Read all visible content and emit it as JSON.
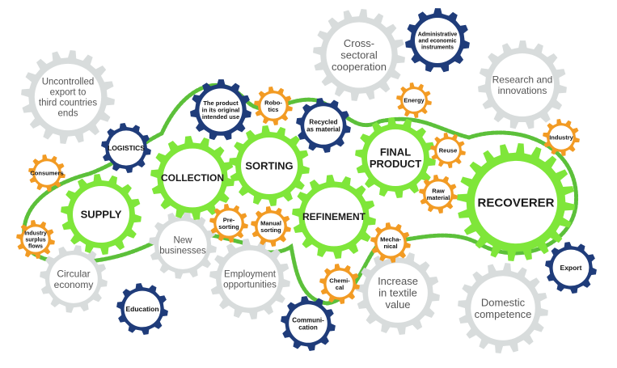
{
  "colors": {
    "green": "#7fe63a",
    "green_dark": "#4fbf1f",
    "gray": "#d8dcdc",
    "navy": "#1f3c7a",
    "orange": "#f29b24",
    "chain": "#5cc03a",
    "text": "#333333"
  },
  "gears": [
    {
      "id": "supply",
      "type": "green",
      "lines": [
        "SUPPLY"
      ]
    },
    {
      "id": "collection",
      "type": "green",
      "lines": [
        "COLLECTION"
      ]
    },
    {
      "id": "sorting",
      "type": "green",
      "lines": [
        "SORTING"
      ]
    },
    {
      "id": "refinement",
      "type": "green",
      "lines": [
        "REFINEMENT"
      ]
    },
    {
      "id": "final-product",
      "type": "green",
      "lines": [
        "FINAL",
        "PRODUCT"
      ]
    },
    {
      "id": "recoverer",
      "type": "green",
      "lines": [
        "RECOVERER"
      ]
    },
    {
      "id": "uncontrolled-export",
      "type": "gray",
      "lines": [
        "Uncontrolled",
        "export to",
        "third countries",
        "ends"
      ]
    },
    {
      "id": "cross-sectoral",
      "type": "gray",
      "lines": [
        "Cross-",
        "sectoral",
        "cooperation"
      ]
    },
    {
      "id": "research",
      "type": "gray",
      "lines": [
        "Research and",
        "innovations"
      ]
    },
    {
      "id": "circular-economy",
      "type": "gray",
      "lines": [
        "Circular",
        "economy"
      ]
    },
    {
      "id": "new-businesses",
      "type": "gray",
      "lines": [
        "New",
        "businesses"
      ]
    },
    {
      "id": "employment",
      "type": "gray",
      "lines": [
        "Employment",
        "opportunities"
      ]
    },
    {
      "id": "textile-value",
      "type": "gray",
      "lines": [
        "Increase",
        "in textile",
        "value"
      ]
    },
    {
      "id": "domestic-competence",
      "type": "gray",
      "lines": [
        "Domestic",
        "competence"
      ]
    },
    {
      "id": "logistics",
      "type": "navy",
      "lines": [
        "LOGISTICS"
      ]
    },
    {
      "id": "original-use",
      "type": "navy",
      "lines": [
        "The product",
        "in its original",
        "intended use"
      ]
    },
    {
      "id": "recycled",
      "type": "navy",
      "lines": [
        "Recycled",
        "as material"
      ]
    },
    {
      "id": "admin-instruments",
      "type": "navy",
      "lines": [
        "Administrative",
        "and economic",
        "instruments"
      ]
    },
    {
      "id": "education",
      "type": "navy",
      "lines": [
        "Education"
      ]
    },
    {
      "id": "communication",
      "type": "navy",
      "lines": [
        "Communi-",
        "cation"
      ]
    },
    {
      "id": "export",
      "type": "navy",
      "lines": [
        "Export"
      ]
    },
    {
      "id": "consumers",
      "type": "orange",
      "lines": [
        "Consumers"
      ]
    },
    {
      "id": "industry-surplus",
      "type": "orange",
      "lines": [
        "Industry",
        "surplus",
        "flows"
      ]
    },
    {
      "id": "robotics",
      "type": "orange",
      "lines": [
        "Robo-",
        "tics"
      ]
    },
    {
      "id": "energy",
      "type": "orange",
      "lines": [
        "Energy"
      ]
    },
    {
      "id": "industry",
      "type": "orange",
      "lines": [
        "Industry"
      ]
    },
    {
      "id": "reuse",
      "type": "orange",
      "lines": [
        "Reuse"
      ]
    },
    {
      "id": "raw-material",
      "type": "orange",
      "lines": [
        "Raw",
        "material"
      ]
    },
    {
      "id": "pre-sorting",
      "type": "orange",
      "lines": [
        "Pre-",
        "sorting"
      ]
    },
    {
      "id": "manual-sorting",
      "type": "orange",
      "lines": [
        "Manual",
        "sorting"
      ]
    },
    {
      "id": "mechanical",
      "type": "orange",
      "lines": [
        "Mecha-",
        "nical"
      ]
    },
    {
      "id": "chemical",
      "type": "orange",
      "lines": [
        "Chemi-",
        "cal"
      ]
    }
  ]
}
